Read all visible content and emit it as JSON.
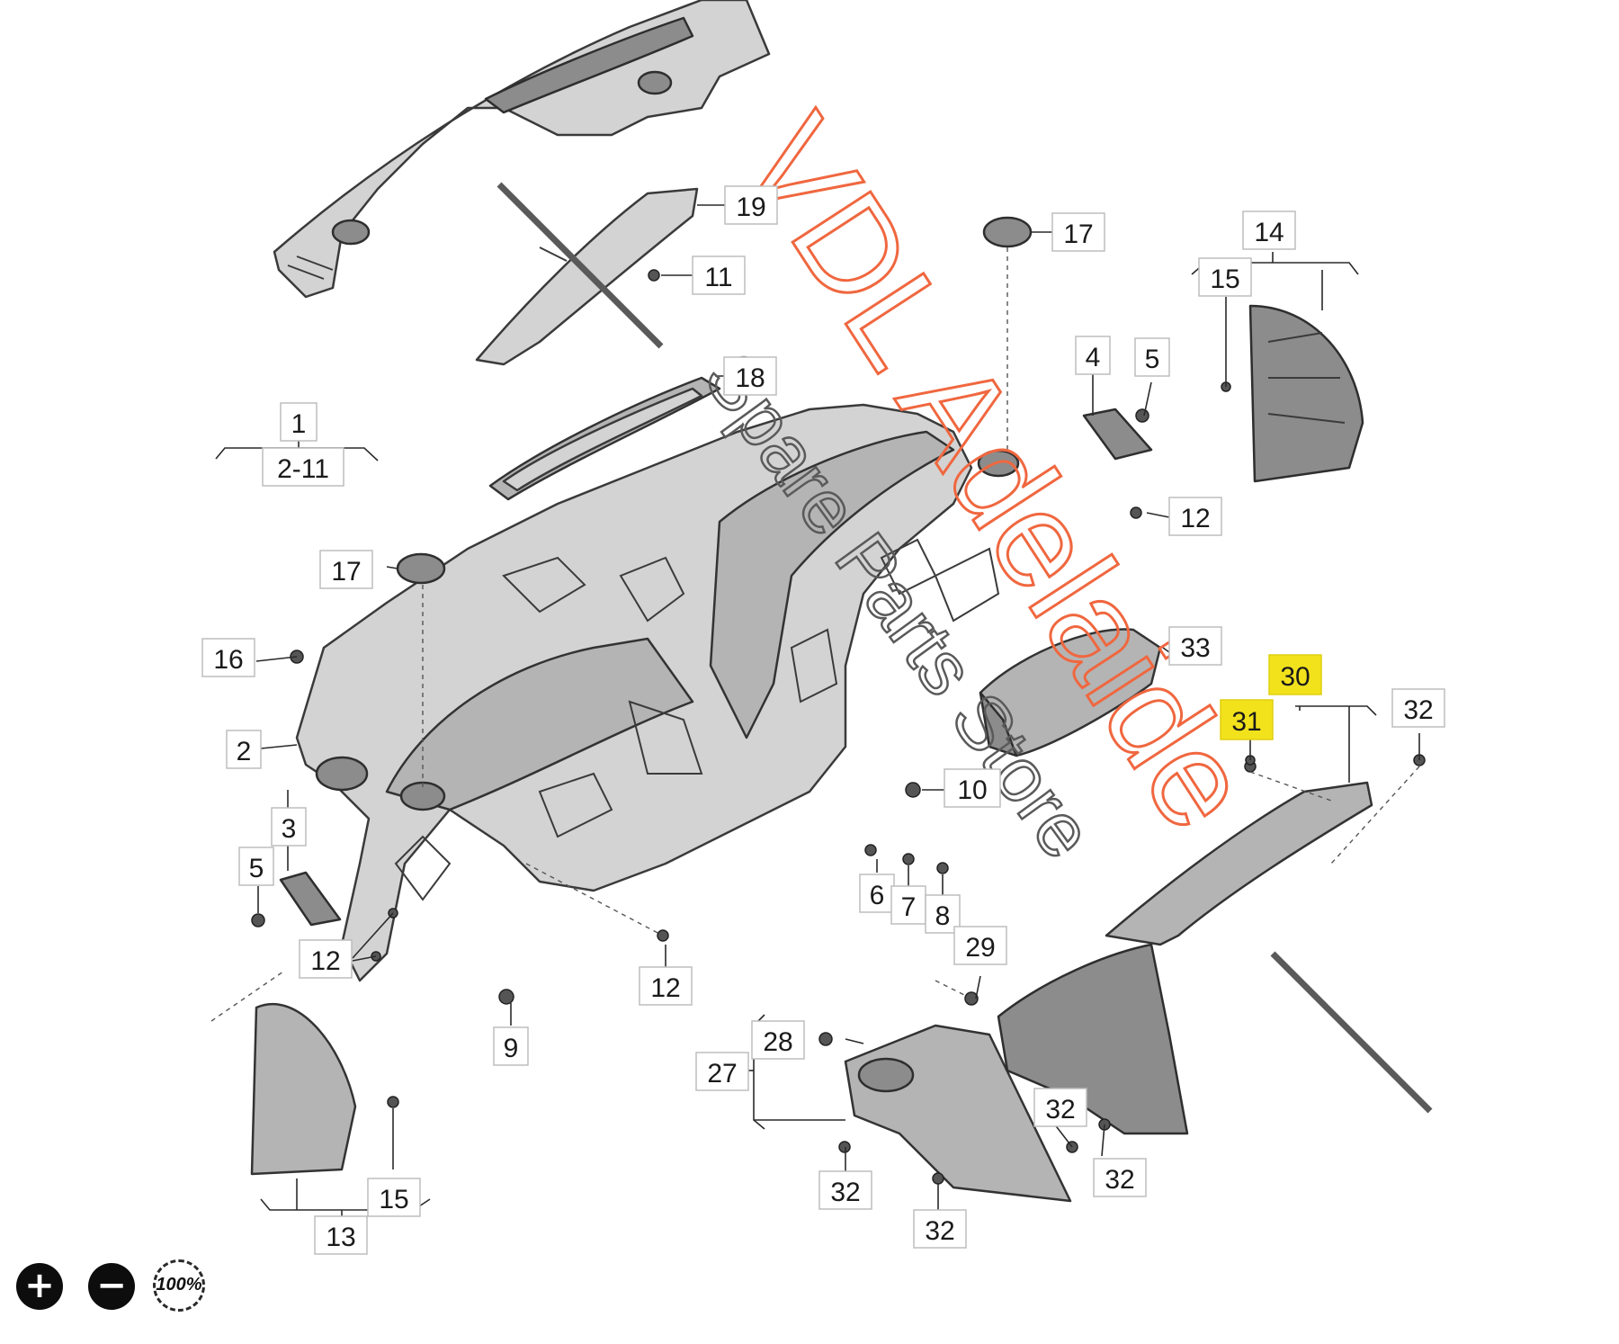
{
  "watermark": {
    "brand": "VDL Adelaide",
    "subline": "Spare Parts Store",
    "brand_color": "#f0673f",
    "subline_color": "#5a5a5a"
  },
  "callouts": [
    {
      "label": "1"
    },
    {
      "label": "2-11"
    },
    {
      "label": "2"
    },
    {
      "label": "3"
    },
    {
      "label": "4"
    },
    {
      "label": "5"
    },
    {
      "label": "5"
    },
    {
      "label": "6"
    },
    {
      "label": "7"
    },
    {
      "label": "8"
    },
    {
      "label": "9"
    },
    {
      "label": "10"
    },
    {
      "label": "11"
    },
    {
      "label": "12"
    },
    {
      "label": "12"
    },
    {
      "label": "12"
    },
    {
      "label": "13"
    },
    {
      "label": "14"
    },
    {
      "label": "15"
    },
    {
      "label": "15"
    },
    {
      "label": "16"
    },
    {
      "label": "17"
    },
    {
      "label": "17"
    },
    {
      "label": "18"
    },
    {
      "label": "19"
    },
    {
      "label": "27"
    },
    {
      "label": "28"
    },
    {
      "label": "29"
    },
    {
      "label": "30",
      "highlight": true,
      "highlight_color": "#f2e21c"
    },
    {
      "label": "31",
      "highlight": true,
      "highlight_color": "#f2e21c"
    },
    {
      "label": "32"
    },
    {
      "label": "32"
    },
    {
      "label": "32"
    },
    {
      "label": "32"
    },
    {
      "label": "32"
    },
    {
      "label": "33"
    }
  ],
  "controls": {
    "zoom_in_icon": "plus-icon",
    "zoom_out_icon": "minus-icon",
    "zoom_reset_label": "100%"
  }
}
